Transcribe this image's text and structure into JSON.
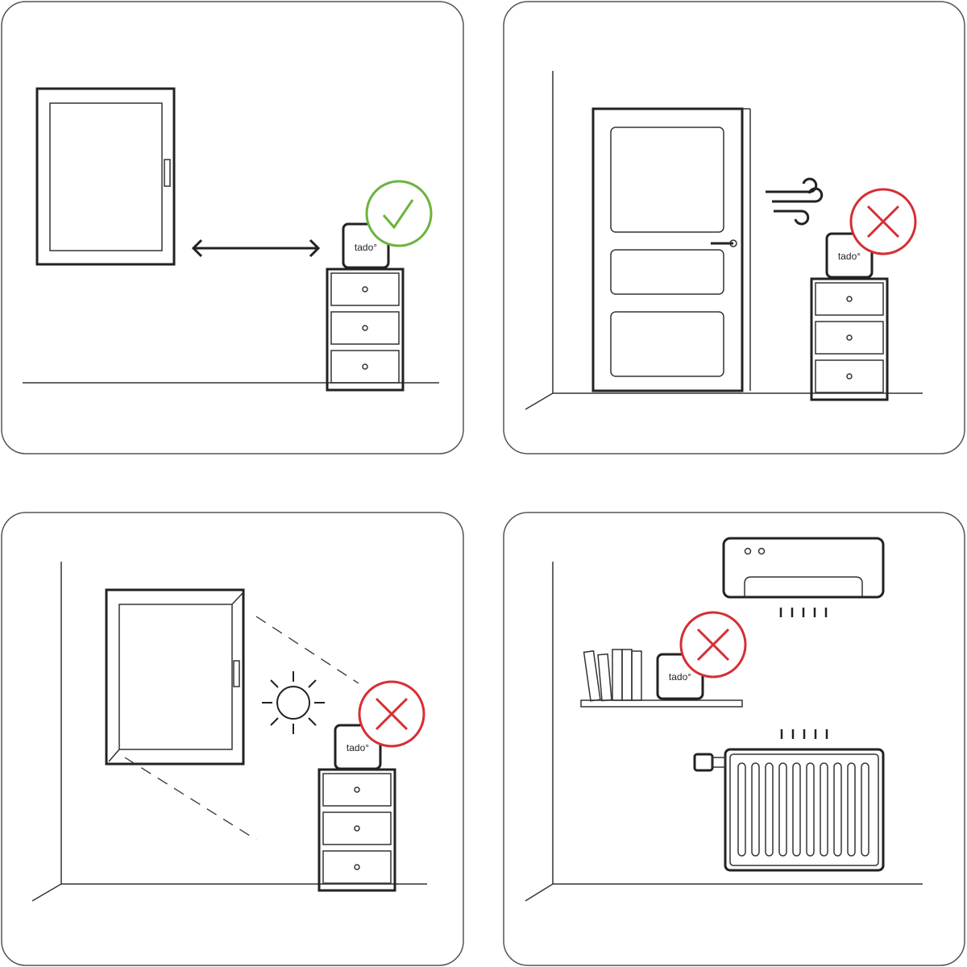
{
  "brand": "tado",
  "colors": {
    "ok": "#6cb33f",
    "bad": "#d62f33",
    "line": "#222222"
  },
  "panels": [
    {
      "name": "away-from-window",
      "status": "ok",
      "icon": "checkmark-icon",
      "device_label": "tado°"
    },
    {
      "name": "near-door-draft",
      "status": "bad",
      "icon": "cross-icon",
      "device_label": "tado°"
    },
    {
      "name": "in-direct-sunlight",
      "status": "bad",
      "icon": "cross-icon",
      "device_label": "tado°"
    },
    {
      "name": "near-heat-sources",
      "status": "bad",
      "icon": "cross-icon",
      "device_label": "tado°"
    }
  ]
}
